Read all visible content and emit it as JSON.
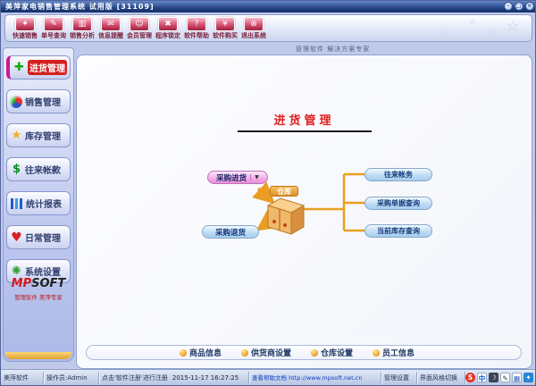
{
  "window": {
    "title": "美萍家电销售管理系统 试用版 [31109]"
  },
  "toolbar": {
    "buttons": [
      {
        "label": "快速销售",
        "icon": "quick-sale-icon"
      },
      {
        "label": "单号查询",
        "icon": "order-query-icon"
      },
      {
        "label": "销售分析",
        "icon": "sales-analysis-icon"
      },
      {
        "label": "信息提醒",
        "icon": "message-remind-icon"
      },
      {
        "label": "会员管理",
        "icon": "member-icon"
      },
      {
        "label": "程序锁定",
        "icon": "lock-icon"
      },
      {
        "label": "软件帮助",
        "icon": "help-icon"
      },
      {
        "label": "软件购买",
        "icon": "buy-icon"
      },
      {
        "label": "退出系统",
        "icon": "exit-icon"
      }
    ]
  },
  "slogan": "管理软件 解决方案专家",
  "sidebar": {
    "items": [
      {
        "label": "进货管理",
        "icon": "plus-cross-icon",
        "selected": true
      },
      {
        "label": "销售管理",
        "icon": "ball-icon",
        "selected": false
      },
      {
        "label": "库存管理",
        "icon": "star-icon",
        "selected": false
      },
      {
        "label": "往来帐款",
        "icon": "dollar-icon",
        "selected": false
      },
      {
        "label": "统计报表",
        "icon": "bar-chart-icon",
        "selected": false
      },
      {
        "label": "日常管理",
        "icon": "heart-icon",
        "selected": false
      },
      {
        "label": "系统设置",
        "icon": "gear-icon",
        "selected": false
      }
    ],
    "logo": {
      "brand_mp": "MP",
      "brand_soft": "SOFT",
      "tagline": "管理软件 美萍专家"
    }
  },
  "main": {
    "title": "进货管理",
    "diagram": {
      "purchase_in": "采购进货",
      "purchase_return": "采购退货",
      "warehouse": "仓库",
      "right_buttons": [
        "往来帐务",
        "采购单据查询",
        "当前库存查询"
      ]
    },
    "footer_links": [
      "商品信息",
      "供货商设置",
      "仓库设置",
      "员工信息"
    ]
  },
  "statusbar": {
    "brand": "美萍软件",
    "operator": "操作员:Admin",
    "hint": "点击'软件注册'进行注册",
    "datetime": "2015-11-17 16:27:25",
    "link": "查看帮助文档 http://www.mpsoft.net.cn",
    "settings": "管理设置",
    "skin": "界面风格切换",
    "tray": [
      "S",
      "中",
      "☽",
      "✎",
      "▦",
      "✦"
    ]
  },
  "colors": {
    "accent_red": "#d42020",
    "toolbar_button": "#c23a5d",
    "arrow_orange": "#f0a020",
    "pill_pink": "#f2abe6",
    "pill_blue": "#bcdaf4"
  }
}
